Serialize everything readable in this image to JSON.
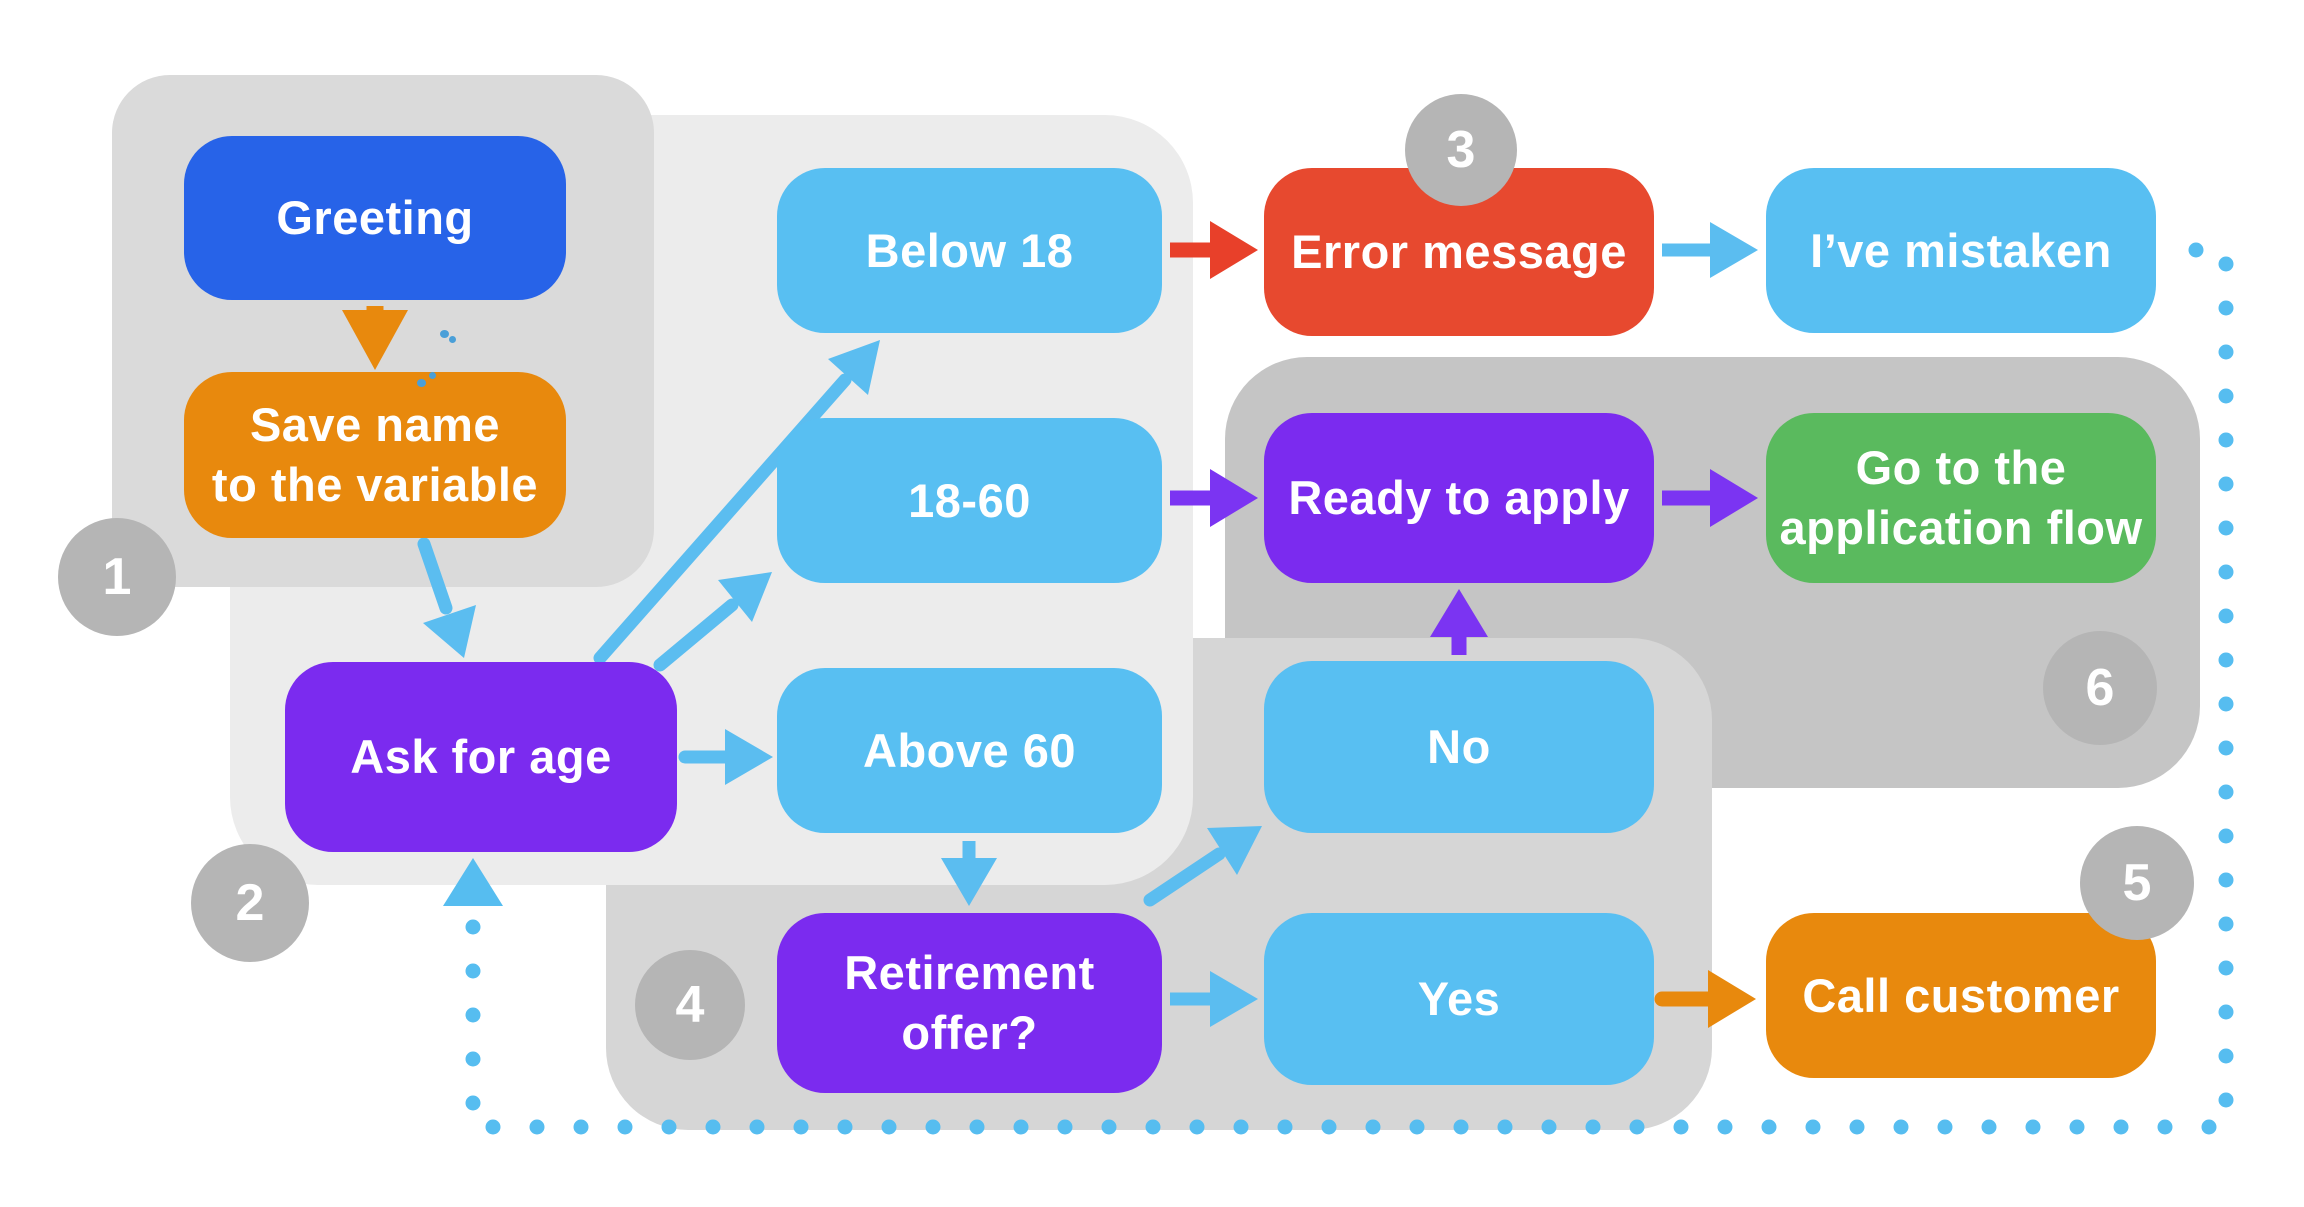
{
  "diagram": {
    "nodes": {
      "greeting": {
        "label": "Greeting",
        "color": "#2763E8"
      },
      "save_name": {
        "label": "Save name\nto the variable",
        "color": "#E8890D"
      },
      "ask_age": {
        "label": "Ask for age",
        "color": "#7B2BEF"
      },
      "below_18": {
        "label": "Below 18",
        "color": "#58BFF2"
      },
      "age_18_60": {
        "label": "18-60",
        "color": "#58BFF2"
      },
      "above_60": {
        "label": "Above 60",
        "color": "#58BFF2"
      },
      "retirement": {
        "label": "Retirement\noffer?",
        "color": "#7B2BEF"
      },
      "error_message": {
        "label": "Error message",
        "color": "#E7492F"
      },
      "ready_apply": {
        "label": "Ready to apply",
        "color": "#7B2BEF"
      },
      "no": {
        "label": "No",
        "color": "#58BFF2"
      },
      "yes": {
        "label": "Yes",
        "color": "#58BFF2"
      },
      "mistaken": {
        "label": "I’ve mistaken",
        "color": "#58BFF2"
      },
      "go_application": {
        "label": "Go to the\napplication flow",
        "color": "#5ABA5E"
      },
      "call_customer": {
        "label": "Call customer",
        "color": "#E8890D"
      }
    },
    "badges": {
      "b1": "1",
      "b2": "2",
      "b3": "3",
      "b4": "4",
      "b5": "5",
      "b6": "6"
    },
    "edges": [
      {
        "from": "greeting",
        "to": "save_name",
        "style": "solid",
        "color": "#E8890D"
      },
      {
        "from": "save_name",
        "to": "ask_age",
        "style": "solid",
        "color": "#5BBDF0"
      },
      {
        "from": "ask_age",
        "to": "below_18",
        "style": "solid",
        "color": "#5BBDF0"
      },
      {
        "from": "ask_age",
        "to": "age_18_60",
        "style": "solid",
        "color": "#5BBDF0"
      },
      {
        "from": "ask_age",
        "to": "above_60",
        "style": "solid",
        "color": "#5BBDF0"
      },
      {
        "from": "below_18",
        "to": "error_message",
        "style": "solid",
        "color": "#E8402A"
      },
      {
        "from": "error_message",
        "to": "mistaken",
        "style": "solid",
        "color": "#5BBDF0"
      },
      {
        "from": "age_18_60",
        "to": "ready_apply",
        "style": "solid",
        "color": "#7B34F2"
      },
      {
        "from": "ready_apply",
        "to": "go_application",
        "style": "solid",
        "color": "#7B34F2"
      },
      {
        "from": "no",
        "to": "ready_apply",
        "style": "solid",
        "color": "#7B34F2"
      },
      {
        "from": "above_60",
        "to": "retirement",
        "style": "solid",
        "color": "#5BBDF0"
      },
      {
        "from": "retirement",
        "to": "no",
        "style": "solid",
        "color": "#5BBDF0"
      },
      {
        "from": "retirement",
        "to": "yes",
        "style": "solid",
        "color": "#5BBDF0"
      },
      {
        "from": "yes",
        "to": "call_customer",
        "style": "solid",
        "color": "#E8890D"
      },
      {
        "from": "mistaken",
        "to": "ask_age",
        "style": "dotted",
        "color": "#56BDF0"
      }
    ],
    "colors": {
      "panel_group_1": "#DADADA",
      "panel_group_2": "#ECECEC",
      "panel_group_6": "#C5C5C5",
      "panel_group_4": "#D6D6D6",
      "badge_gray": "#B5B5B5",
      "arrow_blue": "#5BBDF0",
      "arrow_purple": "#7B34F2",
      "arrow_orange": "#E8890D",
      "arrow_red": "#E8402A",
      "dotted_loop": "#56BDF0",
      "node_text": "#FFFFFF"
    }
  }
}
